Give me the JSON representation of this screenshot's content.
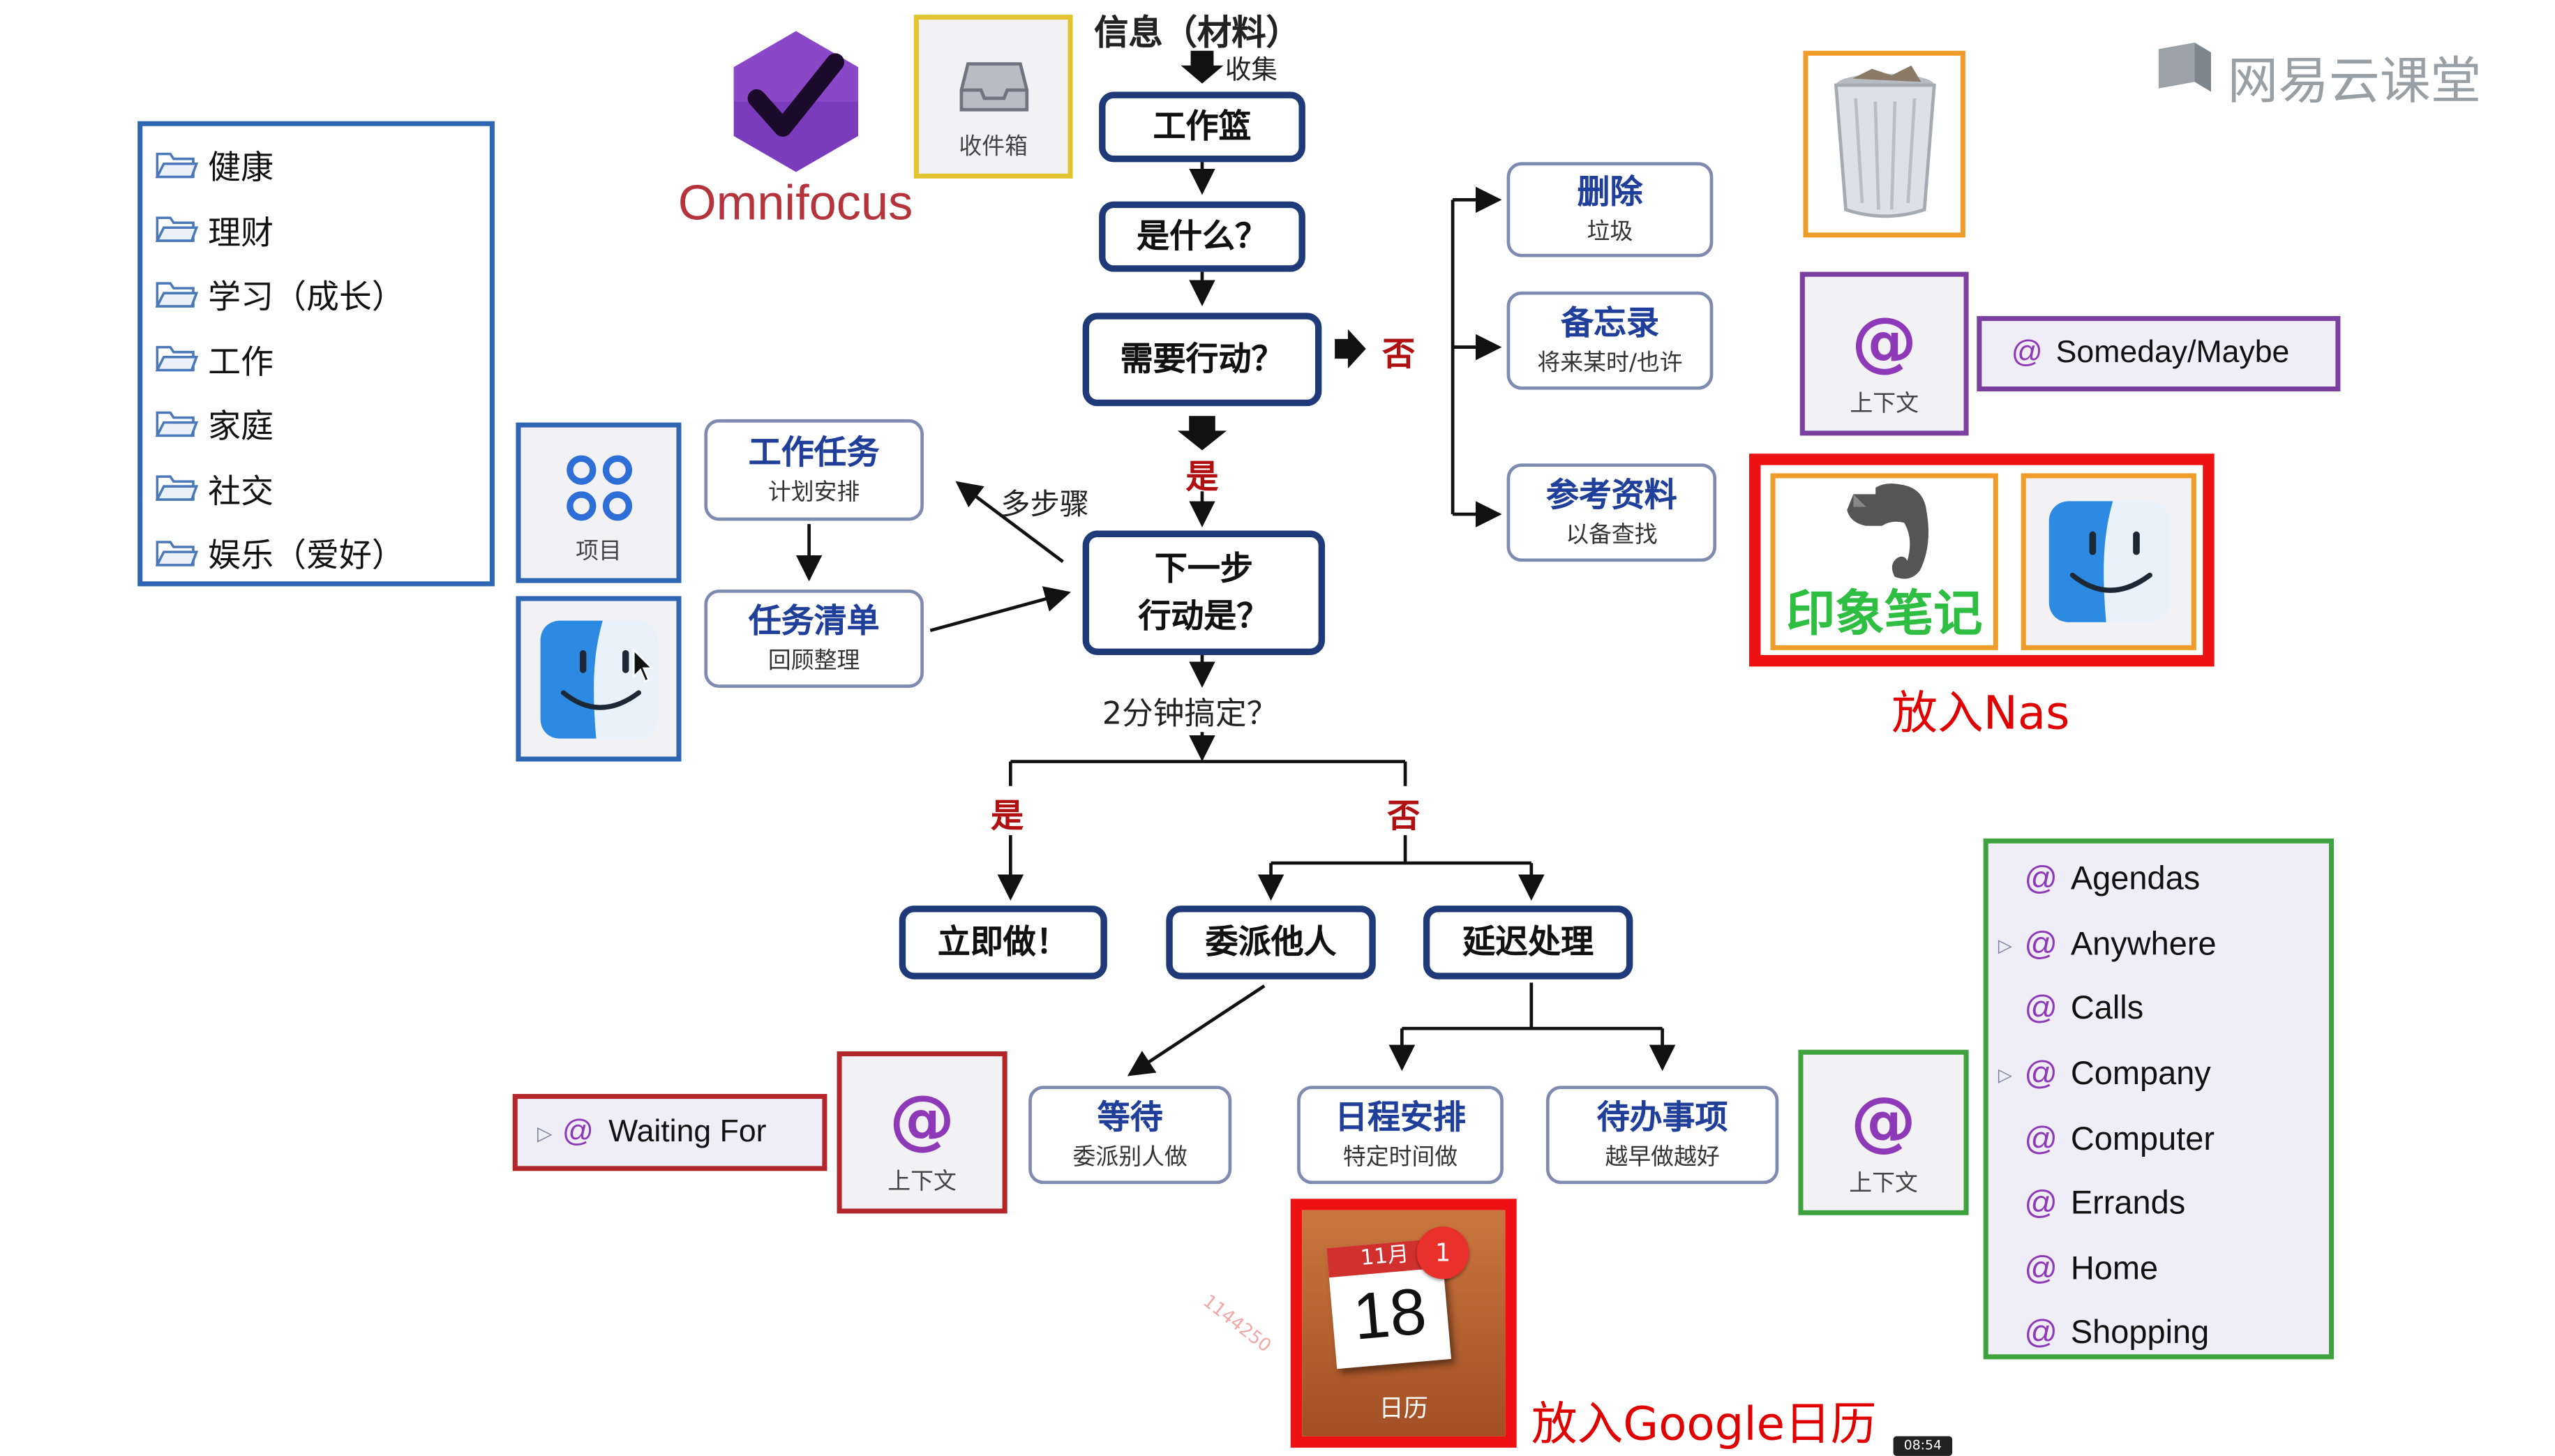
{
  "header": {
    "info": "信息（材料）",
    "collect": "收集"
  },
  "flow": {
    "inbox": "工作篮",
    "what": "是什么？",
    "need_action": "需要行动？",
    "no1": "否",
    "yes1": "是",
    "next_step": "下一步",
    "next_step2": "行动是？",
    "two_min": "2分钟搞定？",
    "yes2": "是",
    "no2": "否",
    "multi_step": "多步骤",
    "do_now": "立即做！",
    "delegate": "委派他人",
    "defer": "延迟处理"
  },
  "side": {
    "delete": {
      "title": "删除",
      "sub": "垃圾"
    },
    "memo": {
      "title": "备忘录",
      "sub": "将来某时/也许"
    },
    "reference": {
      "title": "参考资料",
      "sub": "以备查找"
    },
    "project_task": {
      "title": "工作任务",
      "sub": "计划安排"
    },
    "task_list": {
      "title": "任务清单",
      "sub": "回顾整理"
    },
    "wait": {
      "title": "等待",
      "sub": "委派别人做"
    },
    "schedule": {
      "title": "日程安排",
      "sub": "特定时间做"
    },
    "todo": {
      "title": "待办事项",
      "sub": "越早做越好"
    }
  },
  "app": {
    "name": "Omnifocus",
    "inbox_label": "收件箱",
    "projects_label": "项目",
    "context_label": "上下文",
    "evernote_label": "印象笔记"
  },
  "folders": [
    "健康",
    "理财",
    "学习（成长）",
    "工作",
    "家庭",
    "社交",
    "娱乐（爱好）"
  ],
  "contexts": {
    "someday": "Someday/Maybe",
    "waiting": "Waiting For",
    "list": [
      "Agendas",
      "Anywhere",
      "Calls",
      "Company",
      "Computer",
      "Errands",
      "Home",
      "Shopping"
    ]
  },
  "calendar": {
    "month": "11月",
    "day": "18",
    "badge": "1",
    "label": "日历"
  },
  "notes": {
    "nas": "放入Nas",
    "google": "放入Google日历"
  },
  "brand": {
    "name": "网易云课堂"
  },
  "video": {
    "time": "08:54"
  },
  "watermark": "1144250",
  "colors": {
    "flow_border": "#1f3a78",
    "blue": "#2f66b3",
    "yellow": "#e2c431",
    "orange": "#ef9c28",
    "purple": "#7b3fa0",
    "red_frame": "#ee1111",
    "dark_red": "#b3262a",
    "green": "#3ea33e",
    "omni_purple": "#7a3bbd"
  }
}
